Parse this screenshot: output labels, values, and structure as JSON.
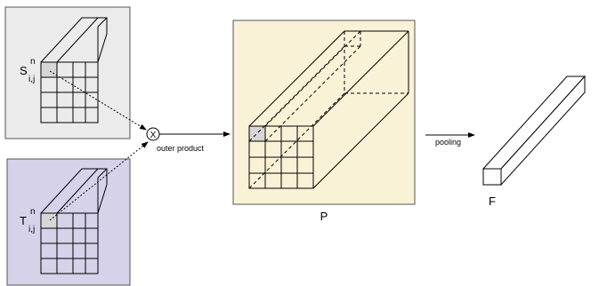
{
  "panels": {
    "top_left": {
      "fill": "#ebebeb",
      "stroke": "#555555"
    },
    "bottom_left": {
      "fill": "#d6d2ea",
      "stroke": "#555555"
    },
    "middle": {
      "fill": "#faf2d7",
      "stroke": "#555555"
    }
  },
  "cell_highlight": "#d6d6d6",
  "labels": {
    "s": {
      "base": "S",
      "sup": "n",
      "sub": "i,j"
    },
    "t": {
      "base": "T",
      "sup": "n",
      "sub": "i,j"
    },
    "op_symbol": "X",
    "outer_product": "outer product",
    "pooling": "pooling",
    "p": "P",
    "f": "F"
  }
}
